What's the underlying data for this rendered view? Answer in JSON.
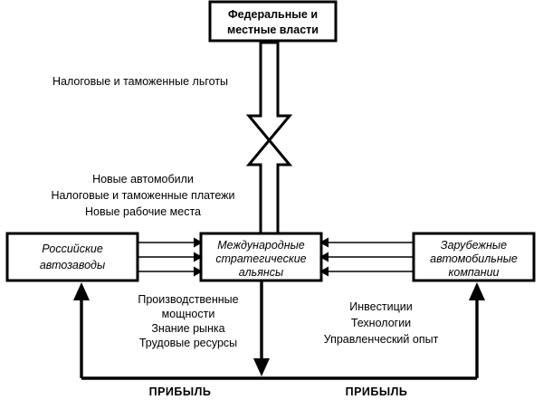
{
  "diagram": {
    "title_top_box": {
      "lines": [
        "Федеральные и",
        "местные власти"
      ]
    },
    "left_box": {
      "lines": [
        "Российские",
        "автозаводы"
      ]
    },
    "center_box": {
      "lines": [
        "Международные",
        "стратегические",
        "альянсы"
      ]
    },
    "right_box": {
      "lines": [
        "Зарубежные",
        "автомобильные",
        "компании"
      ]
    },
    "notes": {
      "incentives": [
        "Налоговые и таможенные льготы"
      ],
      "returns_to_state": [
        "Новые автомобили",
        "Налоговые и таможенные платежи",
        "Новые рабочие места"
      ],
      "left_contributions": [
        "Производственные",
        "мощности",
        "Знание рынка",
        "Трудовые ресурсы"
      ],
      "right_contributions": [
        "Инвестиции",
        "Технологии",
        "Управленческий опыт"
      ]
    },
    "profit_labels": {
      "left": "ПРИБЫЛЬ",
      "right": "ПРИБЫЛЬ"
    },
    "colors": {
      "stroke": "#000000",
      "fill": "#ffffff",
      "text": "#000000"
    }
  }
}
